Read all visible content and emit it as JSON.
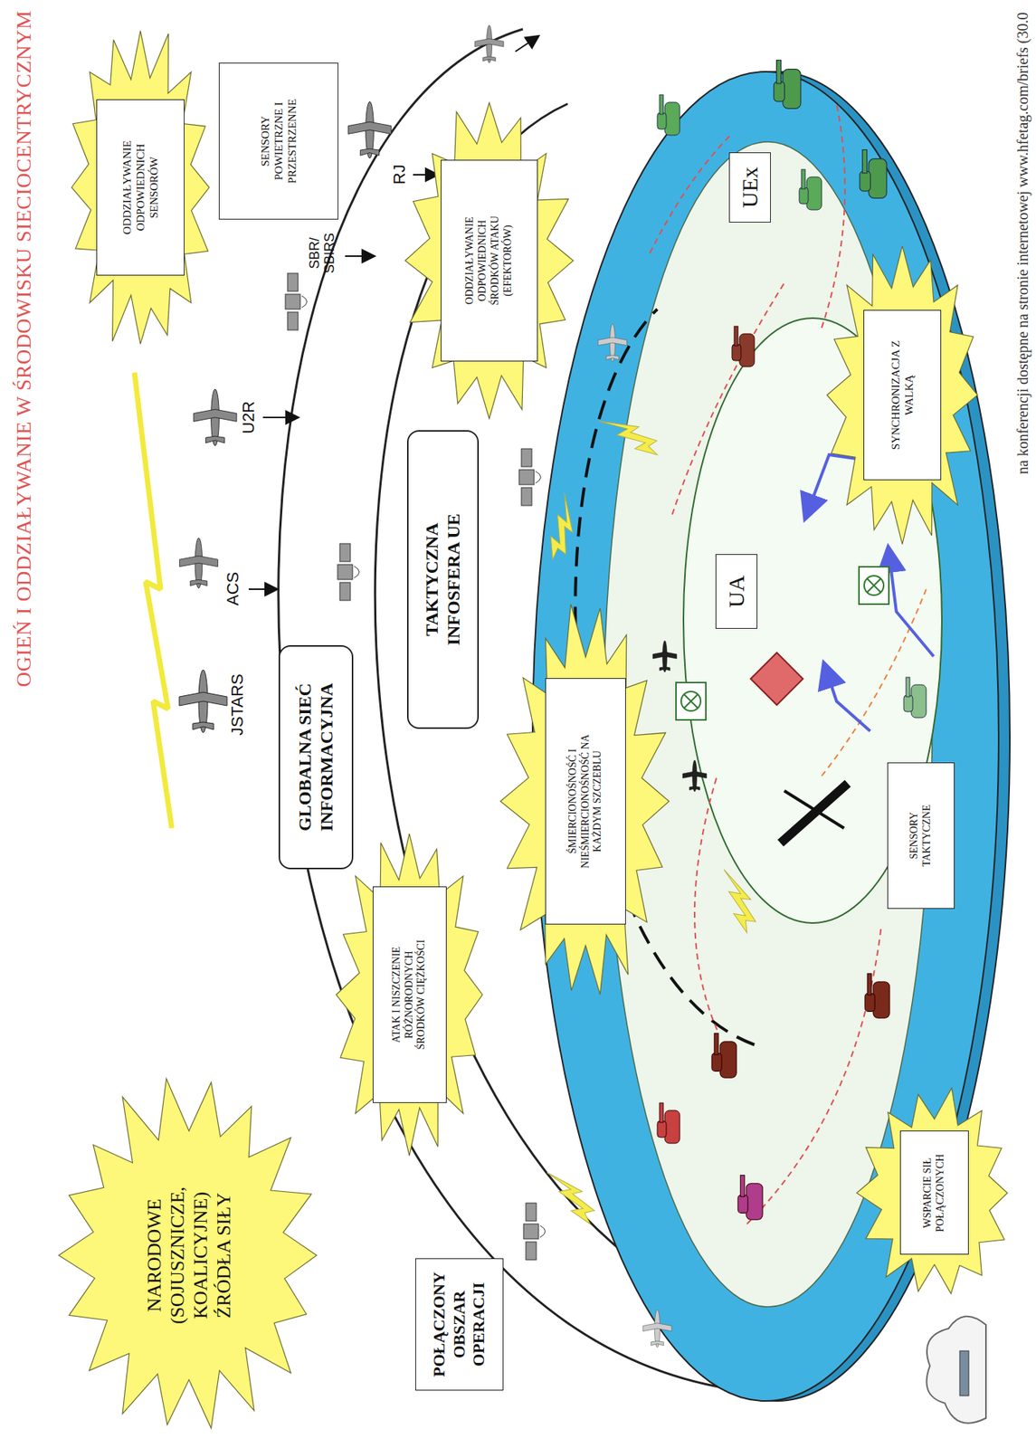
{
  "diagram": {
    "title": "OGIEŃ I ODDZIAŁYWANIE W ŚRODOWISKU SIECIOCENTRYCZNYM",
    "nodes": [
      {
        "text": [
          "NARODOWE (SOJUSZNICZE, KOALICYJNE) ŹRÓDŁA SIŁY"
        ]
      },
      {
        "text": [
          "ATAK I NISZCZENIE RÓŻNORODNYCH ŚRODKÓW CIĘŻKOŚCI"
        ]
      },
      {
        "text": [
          "GLOBALNA SIEĆ INFORMACYJNA"
        ]
      },
      {
        "text": [
          "ŚMIERCIONOŚNOŚĆ I NIEŚMIERCIONOŚNOŚĆ NA KAŻDYM SZCZEBLU"
        ]
      },
      {
        "text": [
          "TAKTYCZNA INFOSFERA UE"
        ]
      },
      {
        "text": [
          "ODDZIAŁYWANIE ODPOWIEDNICH ŚRODKÓW ATAKU (EFEKTORÓW)"
        ]
      },
      {
        "text": [
          "SENSORY POWIETRZNE I PRZESTRZENNE"
        ]
      },
      {
        "text": [
          "ODDZIAŁYWANIE ODPOWIEDNICH SENSORÓW"
        ]
      },
      {
        "text": [
          "POŁĄCZONY OBSZAR OPERACJI"
        ]
      },
      {
        "text": [
          "UA"
        ]
      },
      {
        "text": [
          "UEx"
        ]
      },
      {
        "text": [
          "WSPARCIE SIŁ POŁĄCZONYCH"
        ]
      },
      {
        "text": [
          "SENSORY TAKTYCZNE"
        ]
      },
      {
        "text": [
          "SYNCHRONIZACJA Z WALKĄ"
        ]
      }
    ],
    "labels": [
      "JSTARS",
      "ACS",
      "U2R",
      "SBR/ SBIRS",
      "RJ",
      "na konferencji dostępne na stronie internetowej www.hfetag.com/briefs (30.0"
    ]
  }
}
